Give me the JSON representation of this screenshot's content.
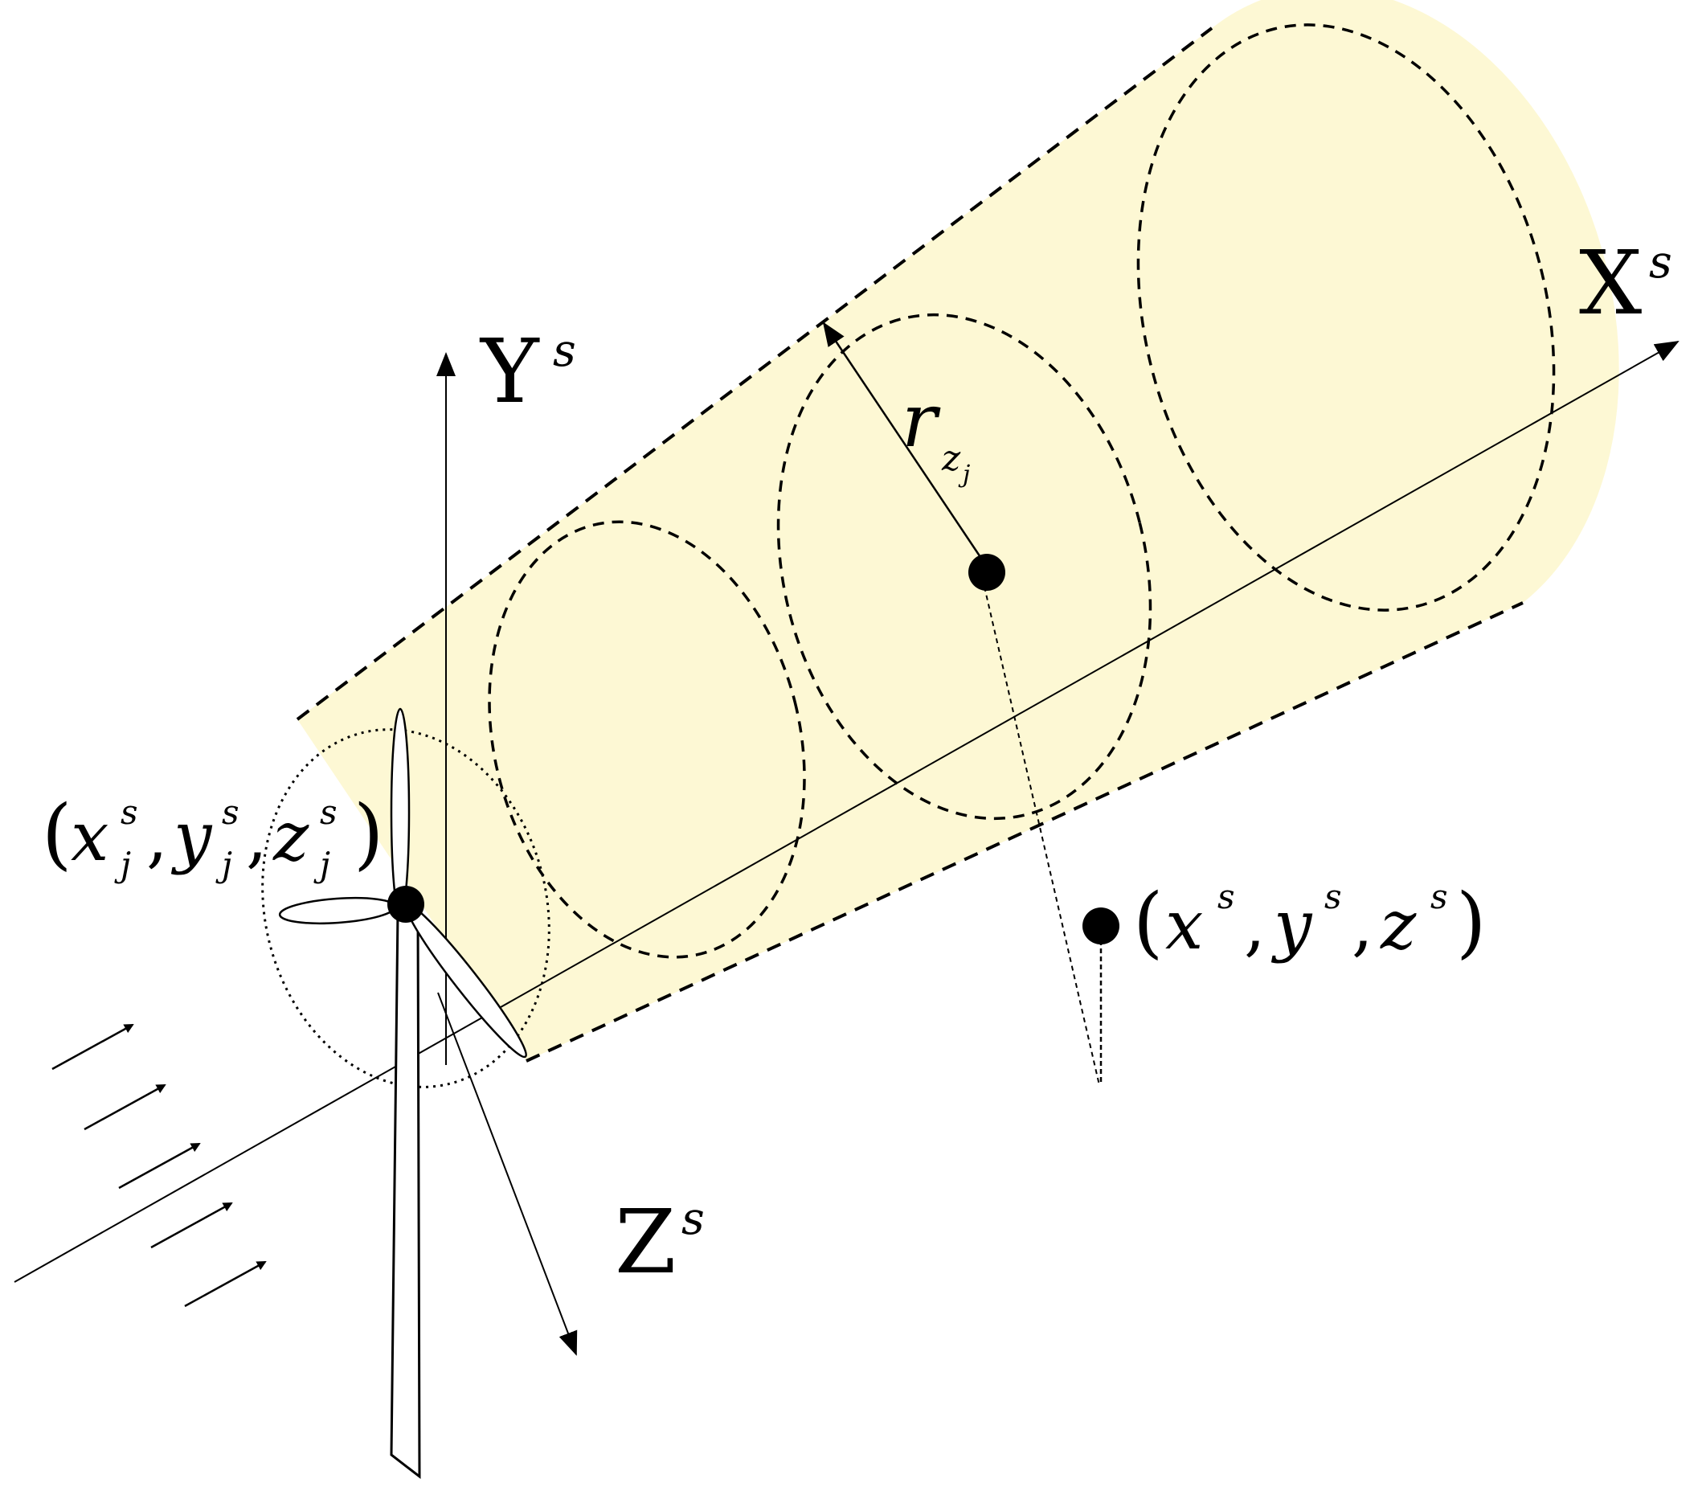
{
  "colors": {
    "wake_fill": "#FDF8D4",
    "stroke": "#000000"
  },
  "labels": {
    "x_axis": {
      "base": "X",
      "sup": "s"
    },
    "y_axis": {
      "base": "Y",
      "sup": "s"
    },
    "z_axis": {
      "base": "Z",
      "sup": "s"
    },
    "radius": {
      "base": "r",
      "sub": "z",
      "subsub": "j"
    },
    "turbine_point": {
      "open": "(",
      "x": "x",
      "x_sup": "s",
      "x_sub": "j",
      "comma1": ",",
      "y": "y",
      "y_sup": "s",
      "y_sub": "j",
      "comma2": ",",
      "z": "z",
      "z_sup": "s",
      "z_sub": "j",
      "close": ")"
    },
    "query_point": {
      "open": "(",
      "x": "x",
      "x_sup": "s",
      "comma1": ",",
      "y": "y",
      "y_sup": "s",
      "comma2": ",",
      "z": "z",
      "z_sup": "s",
      "close": ")"
    }
  },
  "icons": [
    "wind-turbine-icon",
    "wind-arrow-icon"
  ]
}
